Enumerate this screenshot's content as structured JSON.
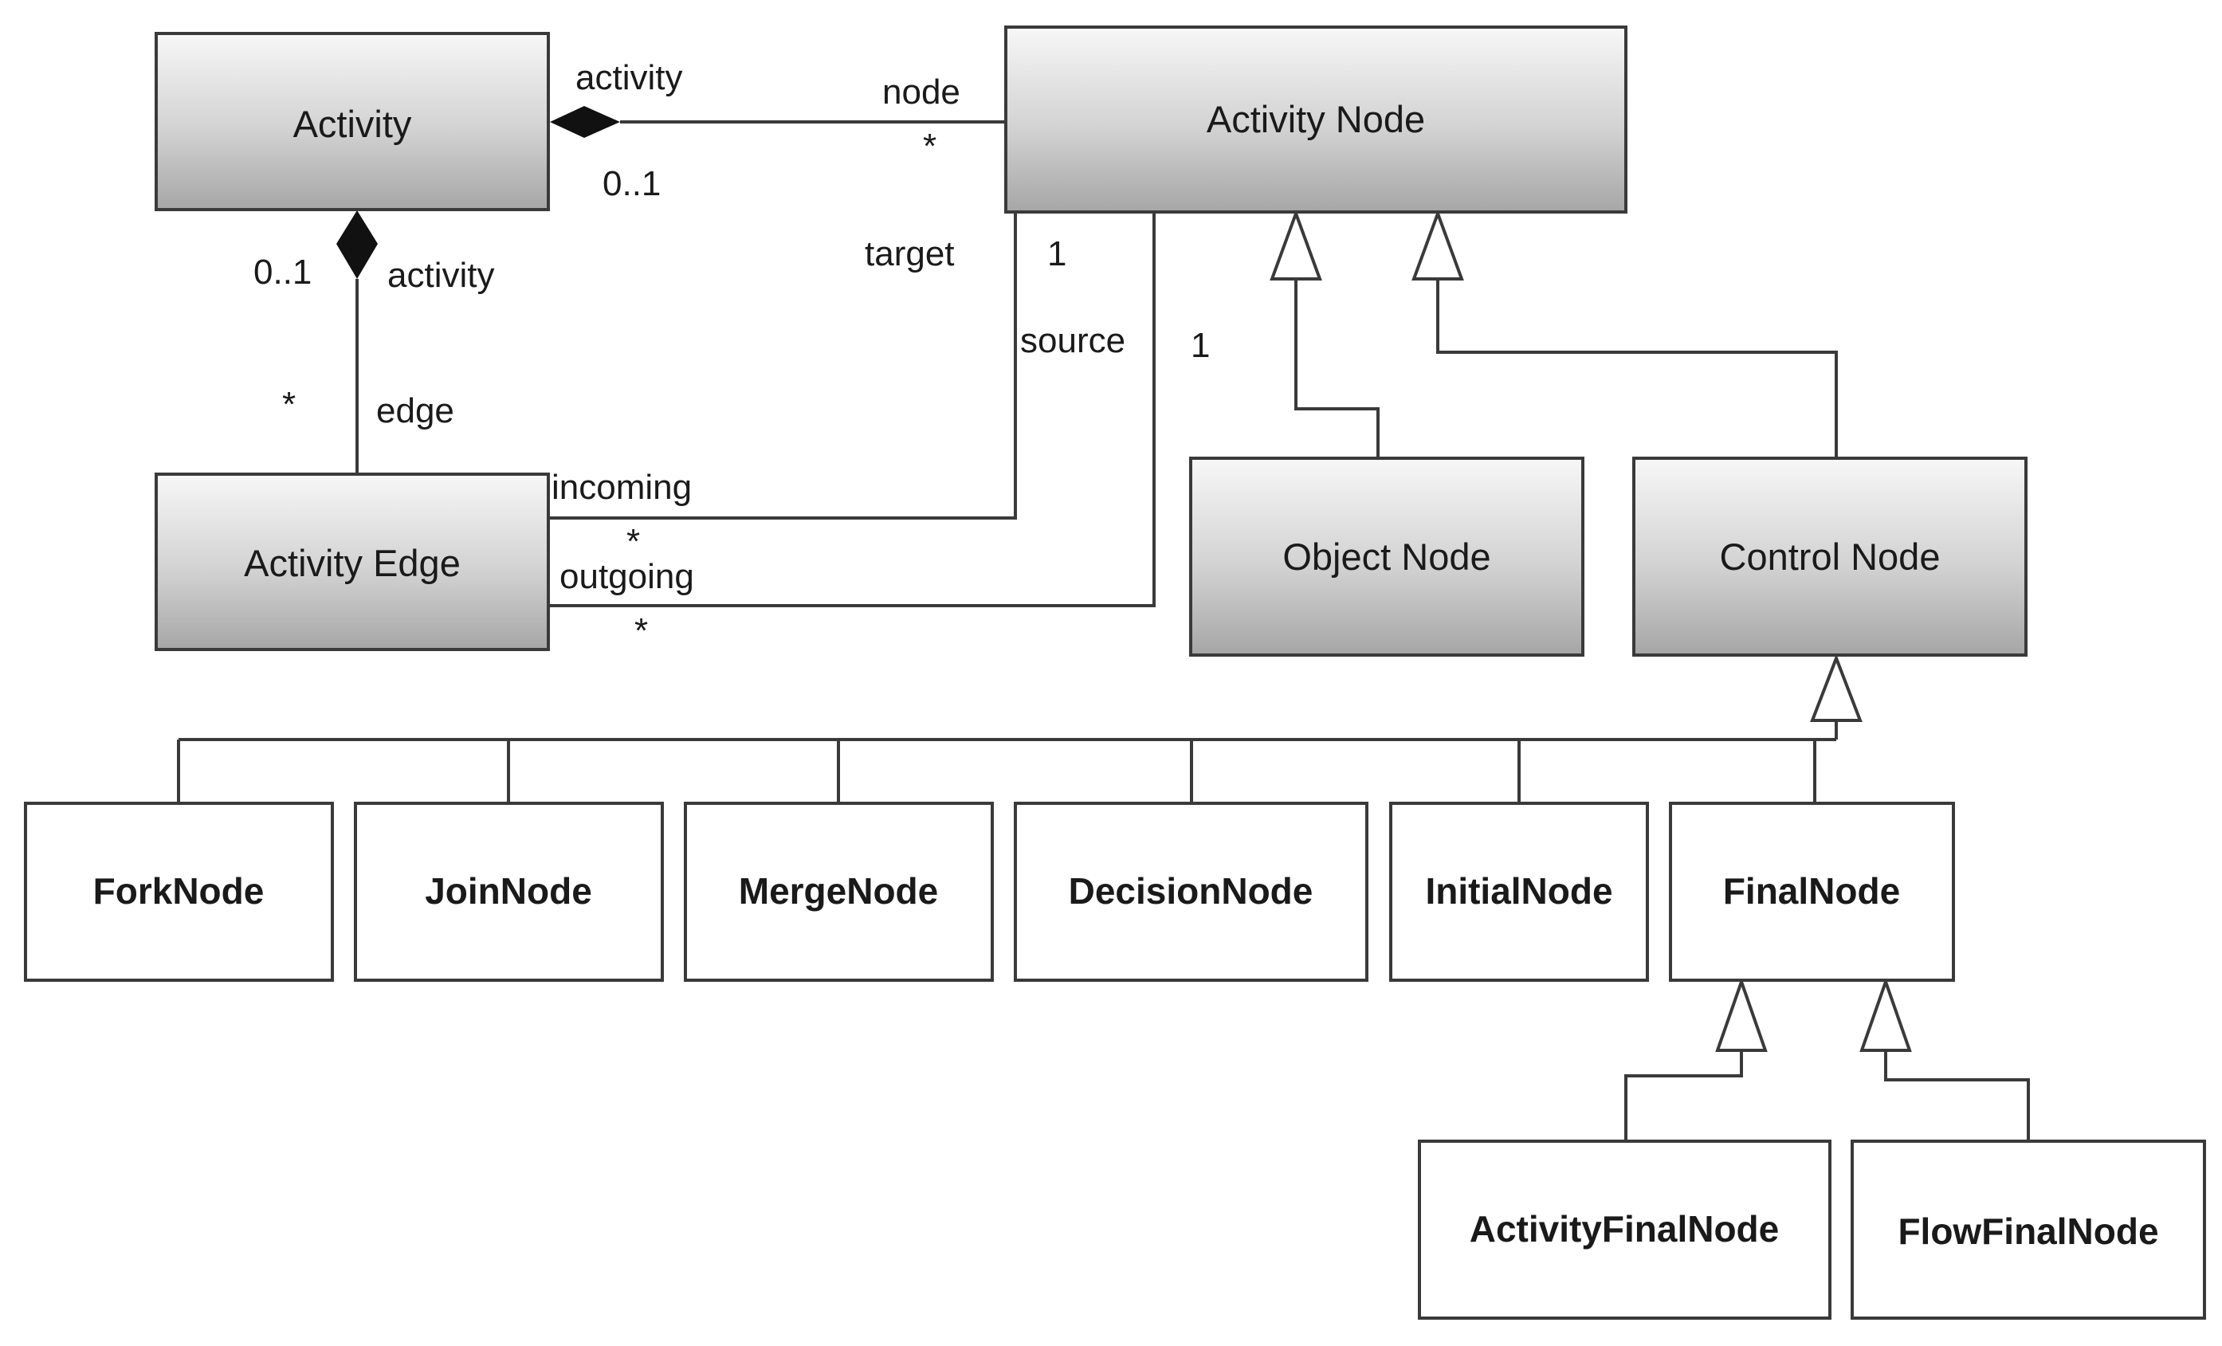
{
  "classes": {
    "activity": "Activity",
    "activity_node": "Activity Node",
    "activity_edge": "Activity Edge",
    "object_node": "Object Node",
    "control_node": "Control Node",
    "fork_node": "ForkNode",
    "join_node": "JoinNode",
    "merge_node": "MergeNode",
    "decision_node": "DecisionNode",
    "initial_node": "InitialNode",
    "final_node": "FinalNode",
    "activity_final_node": "ActivityFinalNode",
    "flow_final_node": "FlowFinalNode"
  },
  "associations": {
    "activity_node": {
      "activity_role": "activity",
      "activity_mult": "0..1",
      "node_role": "node",
      "node_mult": "*"
    },
    "activity_edge": {
      "activity_mult": "0..1",
      "activity_role": "activity",
      "edge_mult": "*",
      "edge_role": "edge"
    },
    "target": {
      "role": "target",
      "mult": "1",
      "end_role": "incoming",
      "end_mult": "*"
    },
    "source": {
      "role": "source",
      "mult": "1",
      "end_role": "outgoing",
      "end_mult": "*"
    }
  },
  "colors": {
    "gradient_top": "#f6f6f6",
    "gradient_bottom": "#a9a9a9",
    "line": "#3a3a3a",
    "leaf_fill": "#ffffff"
  }
}
